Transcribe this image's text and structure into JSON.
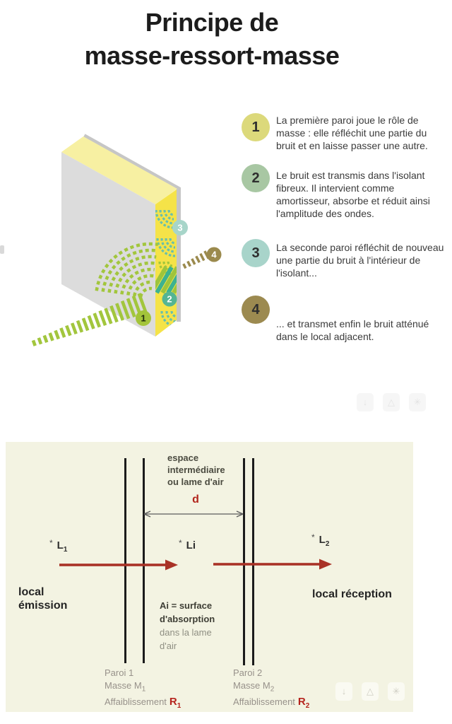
{
  "title": {
    "line1": "Principe de",
    "line2": "masse-ressort-masse"
  },
  "steps": [
    {
      "number": "1",
      "circle_color": "#dcd97b",
      "text": "La première paroi joue le rôle de masse : elle réfléchit une partie du bruit et en laisse passer une autre."
    },
    {
      "number": "2",
      "circle_color": "#a8c7a3",
      "text": "Le bruit est transmis dans l'isolant fibreux. Il intervient comme amortisseur, absorbe et réduit ainsi l'amplitude des ondes."
    },
    {
      "number": "3",
      "circle_color": "#a8d4ca",
      "text": "La seconde paroi réfléchit de nouveau une partie du bruit à l'intérieur de l'isolant..."
    },
    {
      "number": "4",
      "circle_color": "#9c8a50",
      "text": "... et transmet enfin le bruit atténué dans le local adjacent."
    }
  ],
  "illustration": {
    "badges": [
      {
        "number": "1",
        "color": "#a3c43a",
        "text_color": "#232d0e"
      },
      {
        "number": "2",
        "color": "#54b593",
        "text_color": "#ffffff"
      },
      {
        "number": "3",
        "color": "#a7d5c9",
        "text_color": "#ffffff"
      },
      {
        "number": "4",
        "color": "#9b8a4d",
        "text_color": "#ffffff"
      }
    ]
  },
  "diagram": {
    "space": {
      "line1": "espace",
      "line2": "intermédiaire",
      "line3": "ou lame d'air"
    },
    "distance_label": "d",
    "levels": [
      {
        "ast": "*",
        "base": "L",
        "sub": "1"
      },
      {
        "ast": "*",
        "base": "Li",
        "sub": ""
      },
      {
        "ast": "*",
        "base": "L",
        "sub": "2"
      }
    ],
    "rooms": {
      "emission_line1": "local",
      "emission_line2": "émission",
      "reception": "local réception"
    },
    "absorption": {
      "line1": "Ai = surface",
      "line2": "d'absorption",
      "line3": "dans la lame",
      "line4": "d'air"
    },
    "walls": [
      {
        "name": "Paroi 1",
        "mass_base": "Masse M",
        "mass_sub": "1",
        "att_label": "Affaiblissement",
        "att_base": "R",
        "att_sub": "1"
      },
      {
        "name": "Paroi 2",
        "mass_base": "Masse M",
        "mass_sub": "2",
        "att_label": "Affaiblissement",
        "att_base": "R",
        "att_sub": "2"
      }
    ]
  },
  "ghost_icons": {
    "glyphs": [
      "↓",
      "△",
      "✳"
    ]
  },
  "colors": {
    "panel_bg": "#f3f3e2",
    "red_arrow": "#a93226",
    "distance_red": "#b2251c",
    "attenuation_red": "#b5231d",
    "wave_green": "#a2c63d",
    "wave_teal": "#69bfab",
    "wall_front_gray": "#dcdcdc",
    "wall_top_yellow": "#f7f0a2",
    "wall_side_yellow": "#f5e348"
  }
}
